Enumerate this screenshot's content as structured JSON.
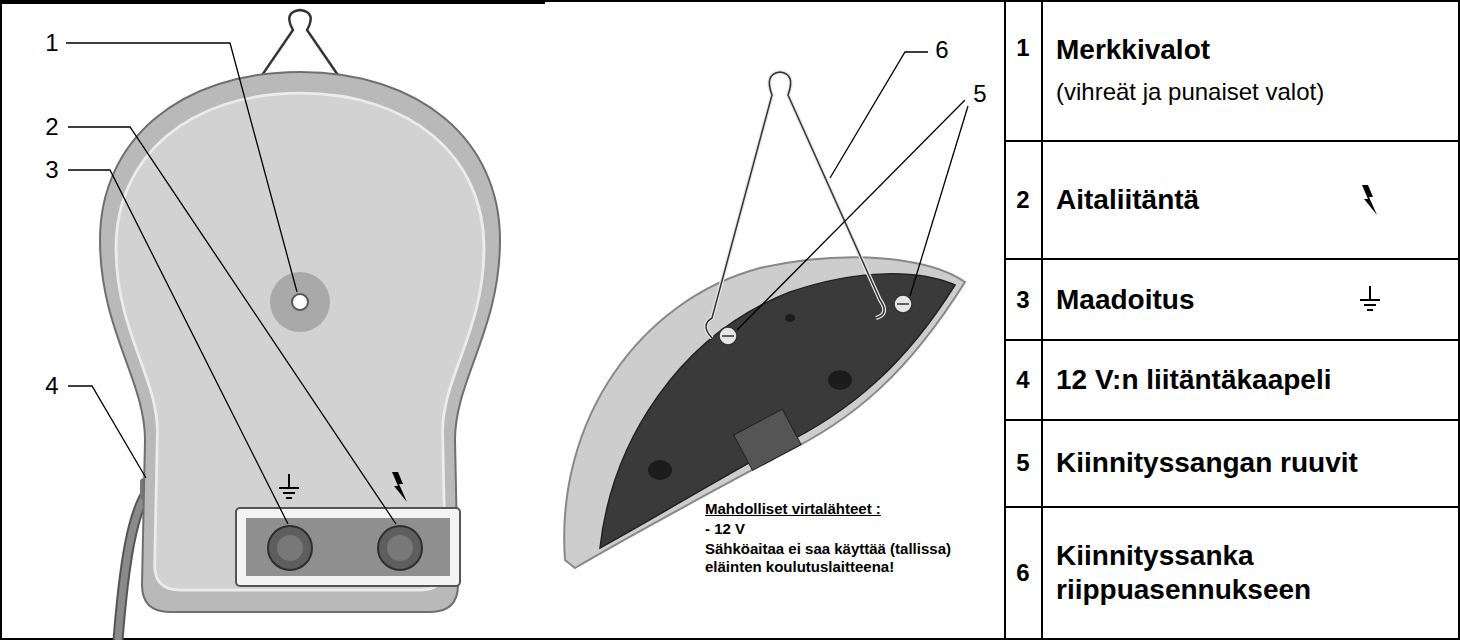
{
  "diagram": {
    "labels": [
      "1",
      "2",
      "3",
      "4",
      "6",
      "5",
      "Mahdolliset virtalähteet :",
      "- 12 V",
      "Sähköaitaa ei saa käyttää (tallissa) eläinten koulutuslaitteena!",
      "1",
      "Merkkivalot",
      "(vihreät ja punaiset valot)",
      "2",
      "Aitaliitäntä",
      "3",
      "Maadoitus",
      "4",
      "12 V:n liitäntäkaapeli",
      "5",
      "Kiinnityssangan ruuvit",
      "6",
      "Kiinnityssanka riippuasennukseen"
    ]
  }
}
